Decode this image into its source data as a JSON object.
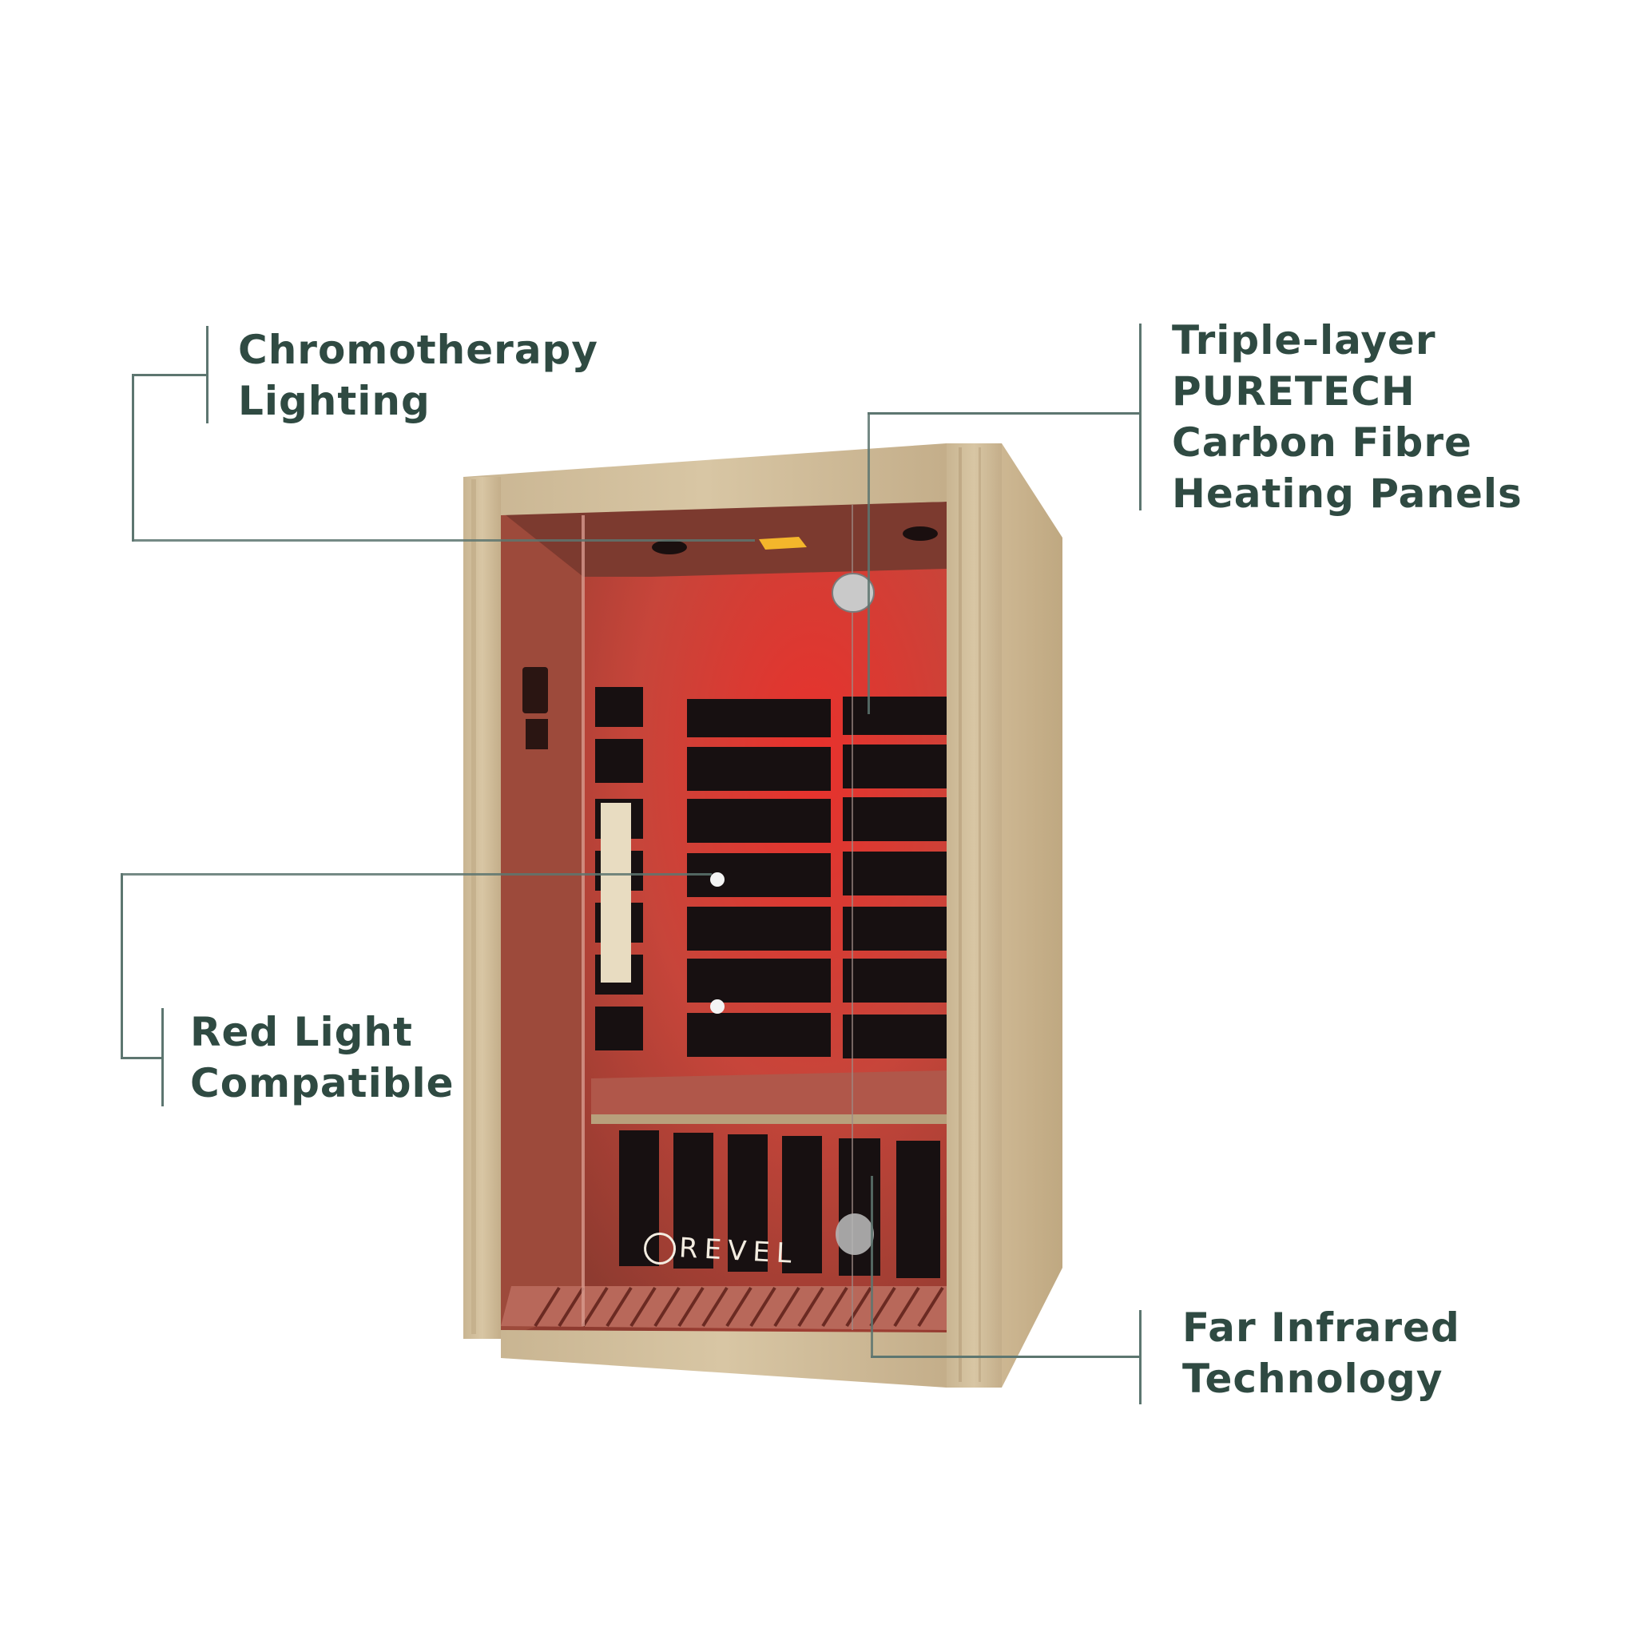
{
  "features": [
    {
      "id": "chromotherapy",
      "lines": [
        "Chromotherapy",
        "Lighting"
      ]
    },
    {
      "id": "carbon-panels",
      "lines": [
        "Triple-layer",
        "PURETECH",
        "Carbon Fibre",
        "Heating Panels"
      ]
    },
    {
      "id": "red-light",
      "lines": [
        "Red Light",
        "Compatible"
      ]
    },
    {
      "id": "far-infrared",
      "lines": [
        "Far Infrared",
        "Technology"
      ]
    }
  ],
  "product": {
    "brand_logo": "REVEL",
    "colors": {
      "wood": "#d2bf9c",
      "interior_red": "#c8403a",
      "panel_black": "#171011",
      "text": "#2f4a42",
      "callout_line": "#5d7670"
    }
  }
}
